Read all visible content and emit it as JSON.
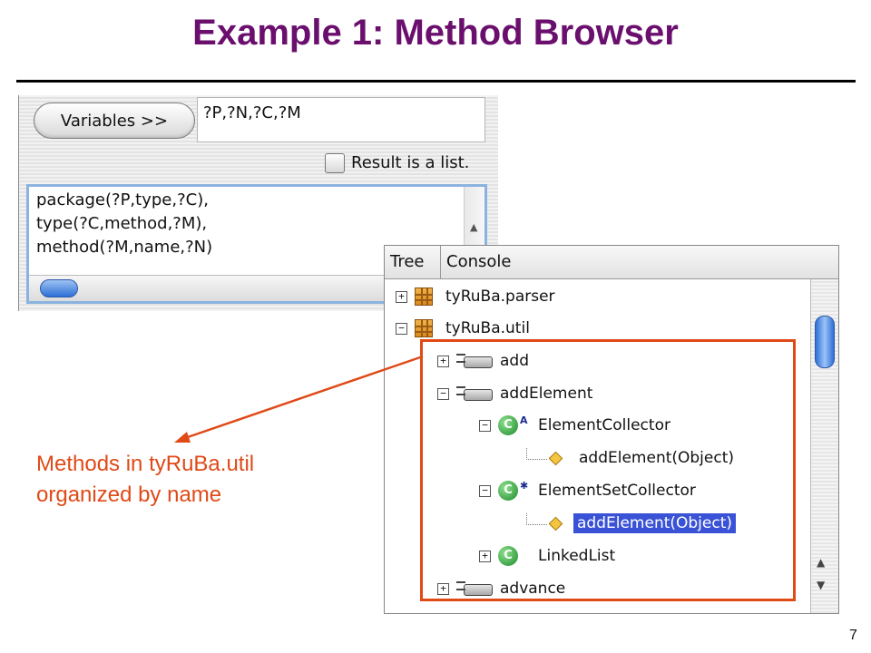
{
  "slide": {
    "title": "Example 1: Method Browser",
    "page_number": "7",
    "caption_line1": "Methods in tyRuBa.util",
    "caption_line2": "organized by name",
    "accent_color": "#e04a17",
    "title_color": "#6b0f6e"
  },
  "query_panel": {
    "variables_button": "Variables >>",
    "variables_value": "?P,?N,?C,?M",
    "result_checkbox_label": "Result is a list.",
    "result_checked": false,
    "query_lines": [
      "package(?P,type,?C),",
      "type(?C,method,?M),",
      "method(?M,name,?N)"
    ]
  },
  "tree_window": {
    "tabs": [
      "Tree",
      "Console"
    ],
    "active_tab": "Tree",
    "rows": [
      {
        "label": "tyRuBa.parser",
        "icon": "package-icon",
        "expander": "+"
      },
      {
        "label": "tyRuBa.util",
        "icon": "package-icon",
        "expander": "−"
      },
      {
        "label": "add",
        "icon": "method-group-icon",
        "expander": "+"
      },
      {
        "label": "addElement",
        "icon": "method-group-icon",
        "expander": "−"
      },
      {
        "label": "ElementCollector",
        "icon": "class-icon",
        "modifier": "A",
        "expander": "−"
      },
      {
        "label": "addElement(Object)",
        "icon": "method-icon"
      },
      {
        "label": "ElementSetCollector",
        "icon": "class-icon",
        "modifier": "✱",
        "expander": "−"
      },
      {
        "label": "addElement(Object)",
        "icon": "method-icon",
        "selected": true
      },
      {
        "label": "LinkedList",
        "icon": "class-icon",
        "expander": "+"
      },
      {
        "label": "advance",
        "icon": "method-group-icon",
        "expander": "+"
      }
    ],
    "class_icon_letter": "C"
  }
}
